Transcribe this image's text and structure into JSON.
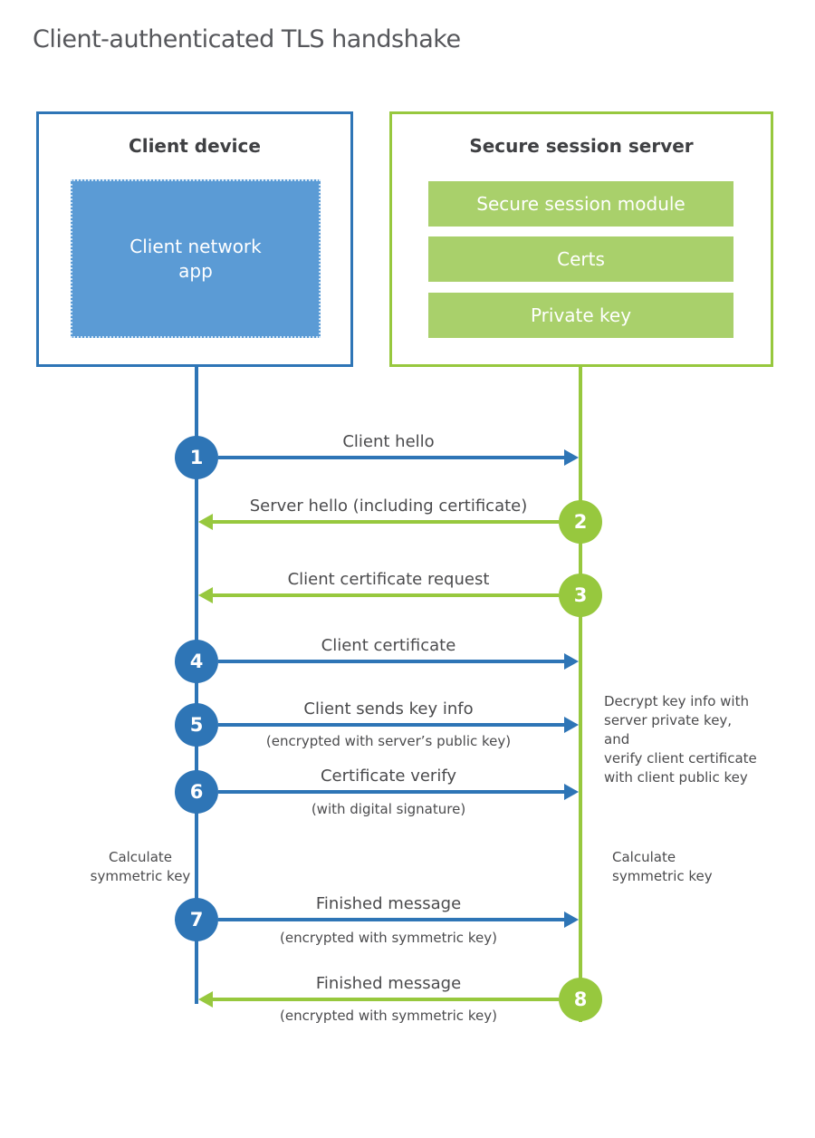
{
  "title": "Client-authenticated TLS handshake",
  "colors": {
    "blue": "#2e75b6",
    "blue_fill": "#5b9bd5",
    "green": "#97c83e",
    "green_fill": "#a9d06b",
    "text_dark": "#3f4043",
    "text_label": "#4b4b4d"
  },
  "client": {
    "title": "Client device",
    "app_label": "Client network\napp"
  },
  "server": {
    "title": "Secure session server",
    "modules": [
      "Secure session module",
      "Certs",
      "Private key"
    ]
  },
  "steps": [
    {
      "num": "1",
      "label": "Client hello",
      "sub": "",
      "direction": "right",
      "actor": "client"
    },
    {
      "num": "2",
      "label": "Server hello (including certificate)",
      "sub": "",
      "direction": "left",
      "actor": "server"
    },
    {
      "num": "3",
      "label": "Client certificate request",
      "sub": "",
      "direction": "left",
      "actor": "server"
    },
    {
      "num": "4",
      "label": "Client certificate",
      "sub": "",
      "direction": "right",
      "actor": "client"
    },
    {
      "num": "5",
      "label": "Client sends key info",
      "sub": "(encrypted with server’s public key)",
      "direction": "right",
      "actor": "client"
    },
    {
      "num": "6",
      "label": "Certificate verify",
      "sub": "(with digital signature)",
      "direction": "right",
      "actor": "client"
    },
    {
      "num": "7",
      "label": "Finished message",
      "sub": "(encrypted with symmetric key)",
      "direction": "right",
      "actor": "client"
    },
    {
      "num": "8",
      "label": "Finished message",
      "sub": "(encrypted with symmetric key)",
      "direction": "left",
      "actor": "server"
    }
  ],
  "notes": {
    "decrypt": "Decrypt key info with\nserver private key, and\nverify client certificate\nwith client public key",
    "calc_left": "Calculate\nsymmetric key",
    "calc_right": "Calculate\nsymmetric key"
  }
}
